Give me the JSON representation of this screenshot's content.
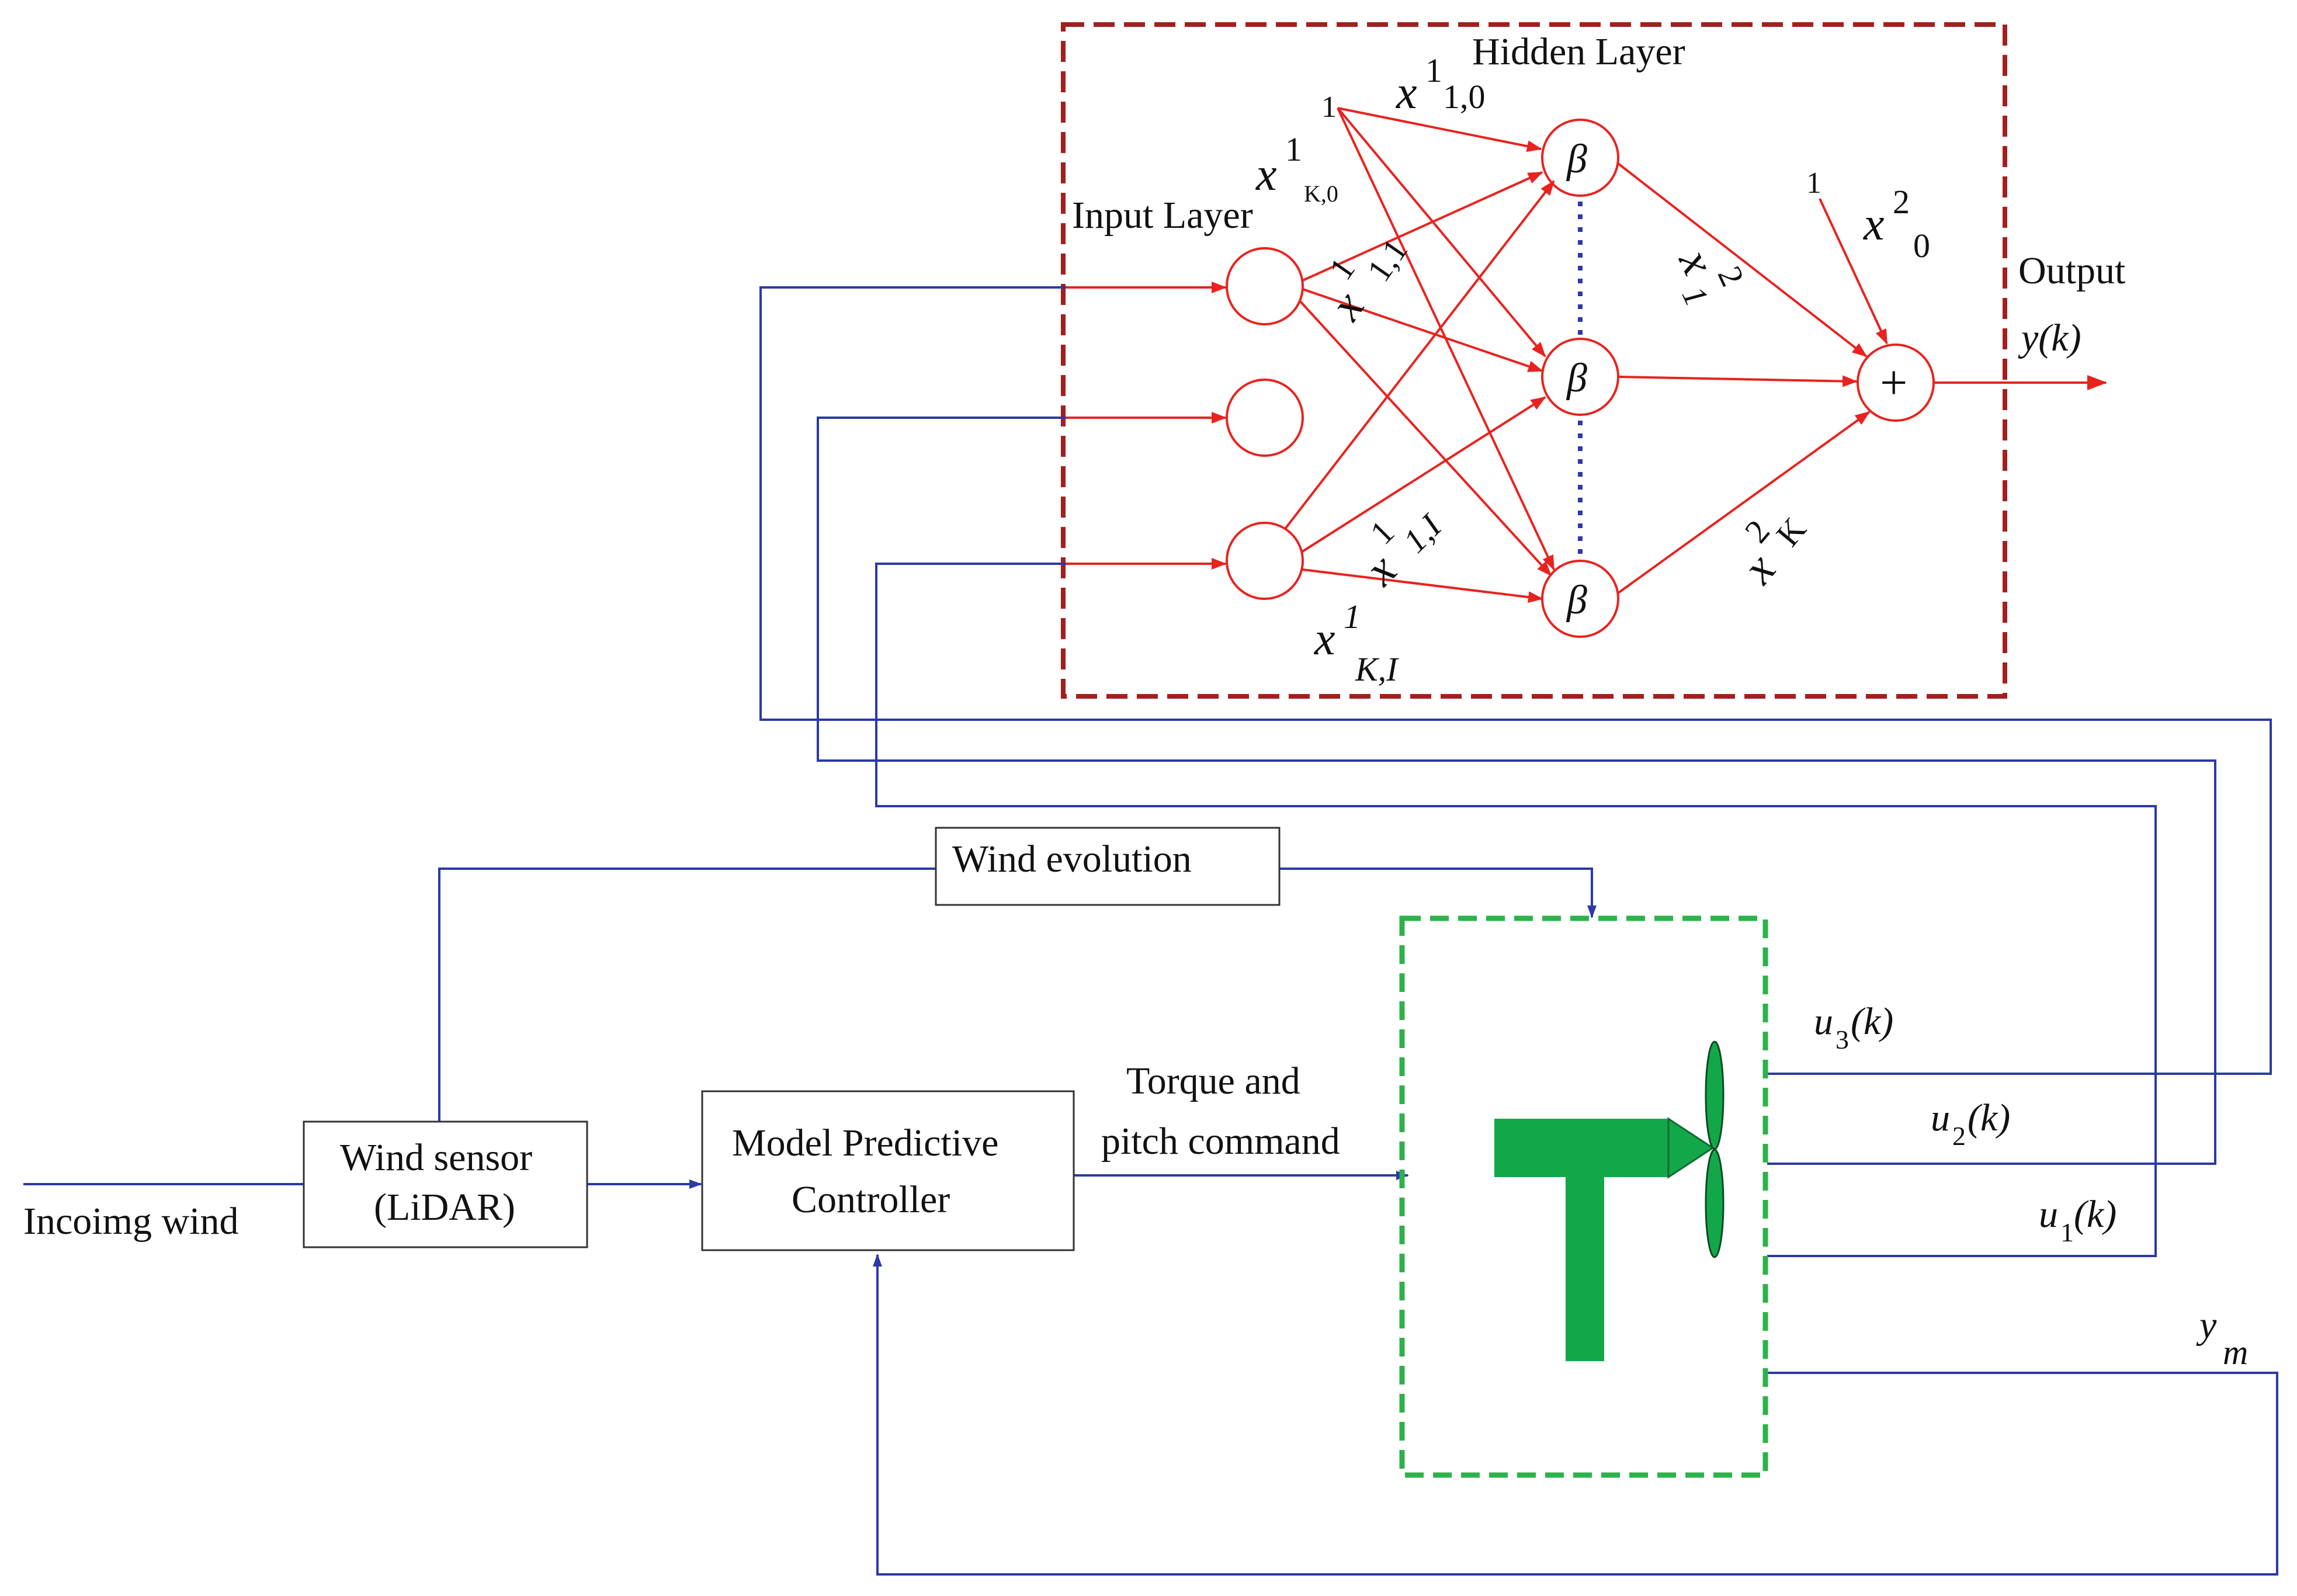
{
  "neural_network": {
    "hidden_layer_label": "Hidden Layer",
    "input_layer_label": "Input Layer",
    "output_label": "Output",
    "output_var": "y(k)",
    "neuron_symbol": "β",
    "sum_symbol": "+",
    "bias_one_hidden": "1",
    "bias_one_output": "1",
    "weights": {
      "x11_0": {
        "base": "x",
        "sup": "1",
        "sub": "1,0"
      },
      "xK_0": {
        "base": "x",
        "sup": "1",
        "sub": "K,0"
      },
      "x11_1": {
        "base": "x",
        "sup": "1",
        "sub": "1,1"
      },
      "x11_I": {
        "base": "x",
        "sup": "1",
        "sub": "1,I"
      },
      "xK_I": {
        "base": "x",
        "sup": "1",
        "sub": "K,I"
      },
      "x2_1": {
        "base": "x",
        "sup": "2",
        "sub": "1"
      },
      "x2_0": {
        "base": "x",
        "sup": "2",
        "sub": "0"
      },
      "x2_K": {
        "base": "x",
        "sup": "2",
        "sub": "K"
      }
    }
  },
  "blocks": {
    "wind_evolution": "Wind evolution",
    "wind_sensor_line1": "Wind sensor",
    "wind_sensor_line2": "(LiDAR)",
    "mpc_line1": "Model Predictive",
    "mpc_line2": "Controller"
  },
  "signals": {
    "incoming_wind": "Incoimg wind",
    "torque_line1": "Torque and",
    "torque_line2": "pitch command",
    "u3": {
      "base": "u",
      "sub": "3",
      "tail": "(k)"
    },
    "u2": {
      "base": "u",
      "sub": "2",
      "tail": "(k)"
    },
    "u1": {
      "base": "u",
      "sub": "1",
      "tail": "(k)"
    },
    "ym": {
      "base": "y",
      "sub": "m"
    }
  },
  "colors": {
    "nn_red": "#e8231f",
    "frame_dark_red": "#a31f1f",
    "signal_blue": "#2b3aa6",
    "turbine_green": "#12a84a",
    "plant_frame_green": "#2db24a"
  }
}
